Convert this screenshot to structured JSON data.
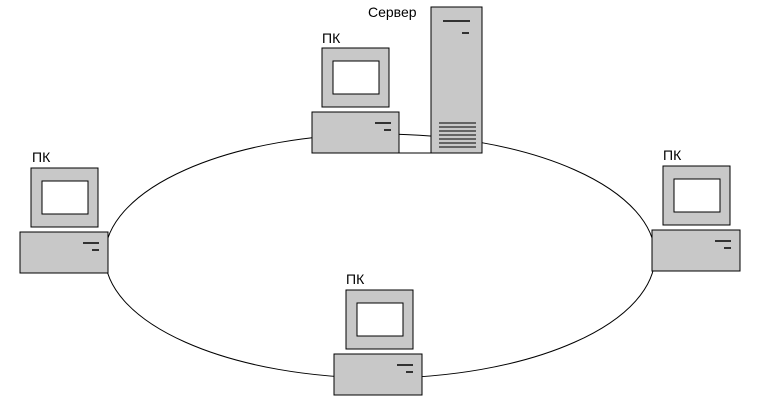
{
  "diagram": {
    "server_label": "Сервер",
    "pc_labels": [
      "ПК",
      "ПК",
      "ПК",
      "ПК"
    ]
  },
  "colors": {
    "equipment_fill": "#c8c8c8",
    "screen_fill": "#ffffff",
    "stroke": "#000000",
    "background": "#ffffff"
  }
}
